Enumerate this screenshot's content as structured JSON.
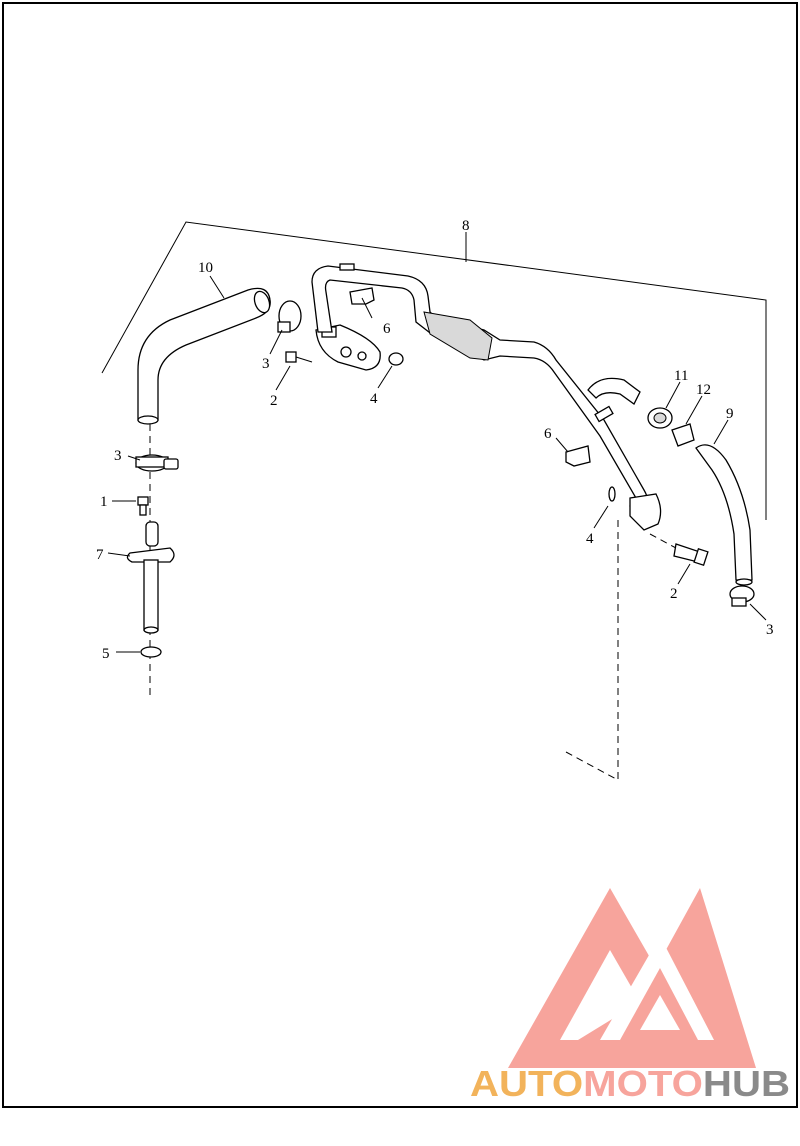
{
  "diagram": {
    "callouts": {
      "c1": "1",
      "c2a": "2",
      "c2b": "2",
      "c3a": "3",
      "c3b": "3",
      "c3c": "3",
      "c4a": "4",
      "c4b": "4",
      "c5": "5",
      "c6a": "6",
      "c6b": "6",
      "c7": "7",
      "c8": "8",
      "c9": "9",
      "c10": "10",
      "c11": "11",
      "c12": "12"
    }
  },
  "watermark": {
    "part1": "AUTO",
    "part2": "MOTO",
    "part3": "HUB",
    "color_light": "#f7a49c",
    "color_orange": "#f2b35b",
    "color_gray": "#8a8a8a"
  }
}
